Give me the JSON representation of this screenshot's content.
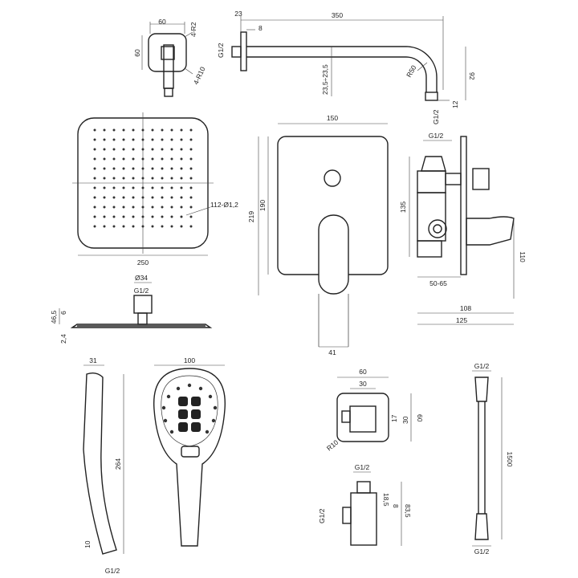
{
  "arm_bracket": {
    "width": "60",
    "height": "60",
    "r1": "4-R2",
    "r2": "4-R10"
  },
  "wall_arm": {
    "len": "350",
    "flange": "23",
    "tube": "8",
    "thread_left": "G1/2",
    "radius": "R50",
    "drop": "92",
    "pipe": "23,5÷23,5",
    "tip": "12",
    "thread_right": "G1/2"
  },
  "head_top": {
    "width": "250",
    "holes": "112-Ø1,2"
  },
  "head_side": {
    "total": "46,5",
    "neck": "6",
    "plate": "2,4",
    "diam": "Ø34",
    "thread": "G1/2"
  },
  "mixer_front": {
    "width": "150",
    "h1": "219",
    "h2": "190",
    "lever": "41"
  },
  "mixer_side": {
    "thread": "G1/2",
    "body": "135",
    "handle": "110",
    "depth": "50-65",
    "d1": "108",
    "d2": "125"
  },
  "hand_side": {
    "width": "31",
    "len": "264",
    "tip": "10",
    "thread": "G1/2"
  },
  "hand_front": {
    "width": "100"
  },
  "elbow_front": {
    "width": "60",
    "inner": "30",
    "r": "R10",
    "w1": "17",
    "w2": "30",
    "h": "60"
  },
  "elbow_side": {
    "thread_top": "G1/2",
    "a": "18,5",
    "b": "8",
    "c": "83,5",
    "thread_left": "G1/2"
  },
  "hose": {
    "thread_top": "G1/2",
    "length": "1500",
    "thread_bottom": "G1/2"
  }
}
